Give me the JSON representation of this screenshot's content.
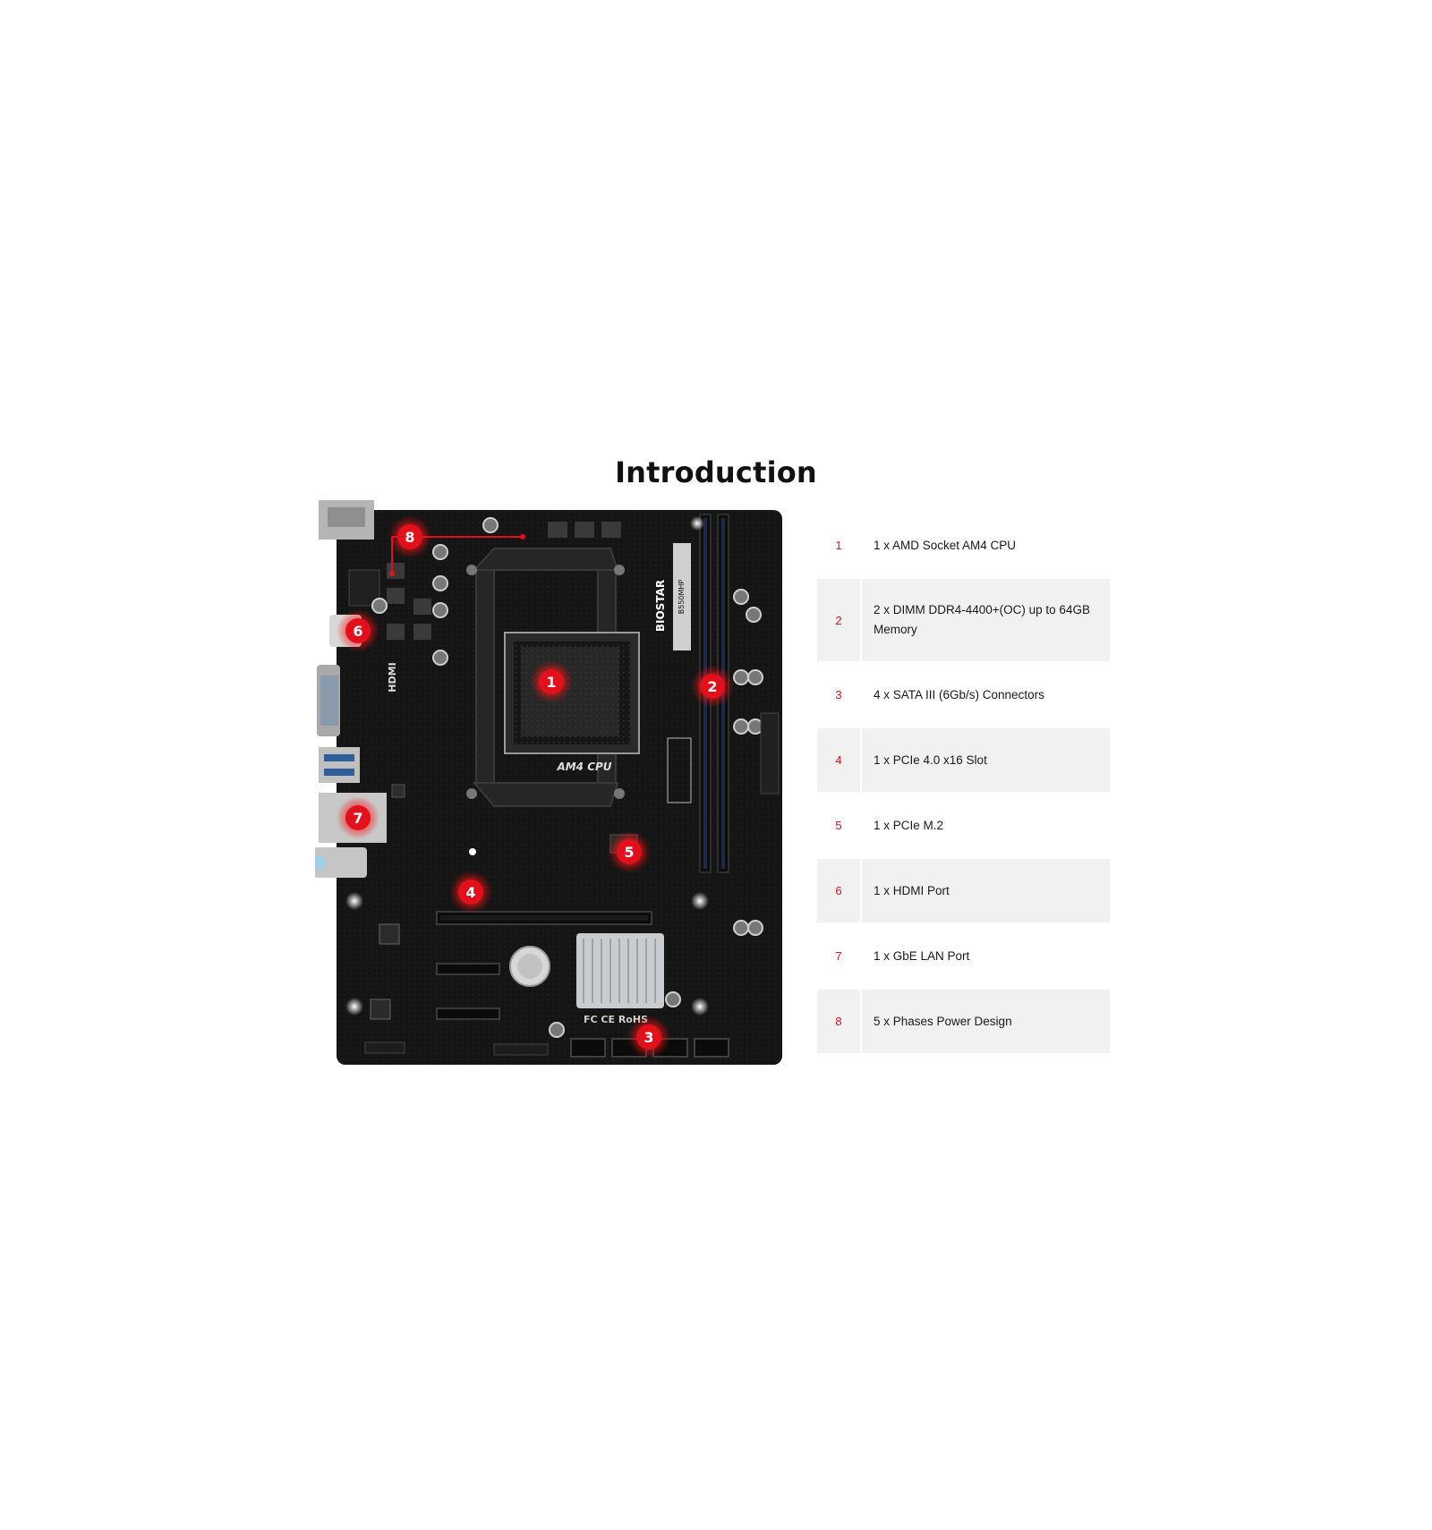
{
  "page": {
    "title": "Introduction"
  },
  "board": {
    "brand_label": "BIOSTAR",
    "model_label": "B550MHP",
    "socket_label": "AM4 CPU",
    "hdmi_label": "HDMI",
    "cert_label": "FC CE RoHS",
    "colors": {
      "pcb": "#141414",
      "marker": "#e3101c",
      "marker_glow": "#ff2b2b",
      "heatsink": "#c9ccce",
      "io_metal": "#b9b9b9"
    }
  },
  "markers": [
    {
      "label": "1"
    },
    {
      "label": "2"
    },
    {
      "label": "3"
    },
    {
      "label": "4"
    },
    {
      "label": "5"
    },
    {
      "label": "6"
    },
    {
      "label": "7"
    },
    {
      "label": "8"
    }
  ],
  "features": [
    {
      "num": "1",
      "text": "1 x AMD Socket AM4 CPU"
    },
    {
      "num": "2",
      "text": "2 x DIMM DDR4-4400+(OC) up to 64GB Memory"
    },
    {
      "num": "3",
      "text": "4 x SATA III (6Gb/s) Connectors"
    },
    {
      "num": "4",
      "text": "1 x PCIe 4.0 x16 Slot"
    },
    {
      "num": "5",
      "text": "1 x PCIe M.2"
    },
    {
      "num": "6",
      "text": "1 x HDMI Port"
    },
    {
      "num": "7",
      "text": "1 x GbE LAN Port"
    },
    {
      "num": "8",
      "text": "5 x Phases Power Design"
    }
  ],
  "colors": {
    "accent": "#e0131f",
    "row_shade": "#f1f1f1"
  }
}
